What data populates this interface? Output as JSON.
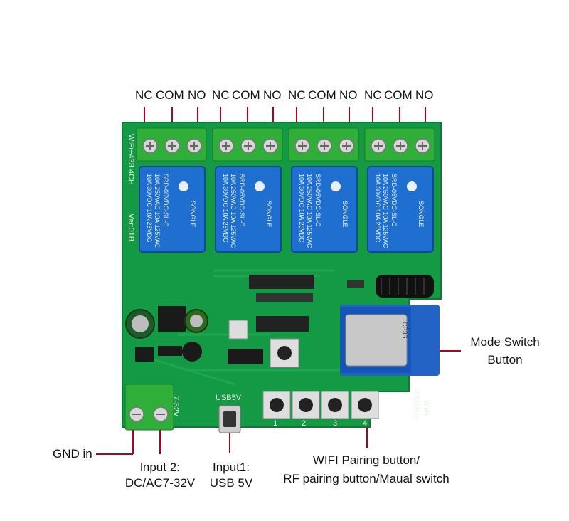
{
  "terminals": [
    {
      "nc": "NC",
      "com": "COM",
      "no": "NO"
    },
    {
      "nc": "NC",
      "com": "COM",
      "no": "NO"
    },
    {
      "nc": "NC",
      "com": "COM",
      "no": "NO"
    },
    {
      "nc": "NC",
      "com": "COM",
      "no": "NO"
    }
  ],
  "relay": {
    "brand": "SONGLE",
    "model": "SRD-05VDC-SL-C",
    "rating_1": "10A 250VAC 10A 125VAC",
    "rating_2": "10A 30VDC 10A 28VDC"
  },
  "board": {
    "silk_model": "WiFi+433 4CH",
    "silk_version": "Ver:01B",
    "silk_power": "7-32V",
    "silk_usb": "USB5V",
    "silk_wifi": "WiFi",
    "silk_rf": "433MHz",
    "module_label": "CB3S",
    "button_numbers": [
      "1",
      "2",
      "3",
      "4"
    ]
  },
  "labels": {
    "mode_switch_1": "Mode Switch",
    "mode_switch_2": "Button",
    "gnd_in": "GND in",
    "input2_1": "lnput 2:",
    "input2_2": "DC/AC7-32V",
    "input1_1": "Input1:",
    "input1_2": "USB 5V",
    "pairing_1": "WIFI Pairing button/",
    "pairing_2": "RF pairing button/Maual switch"
  },
  "colors": {
    "pcb": "#149a45",
    "pcb_dark": "#0d7a35",
    "relay": "#1f6fd0",
    "terminal": "#2fae3a",
    "leader": "#b3001b"
  }
}
